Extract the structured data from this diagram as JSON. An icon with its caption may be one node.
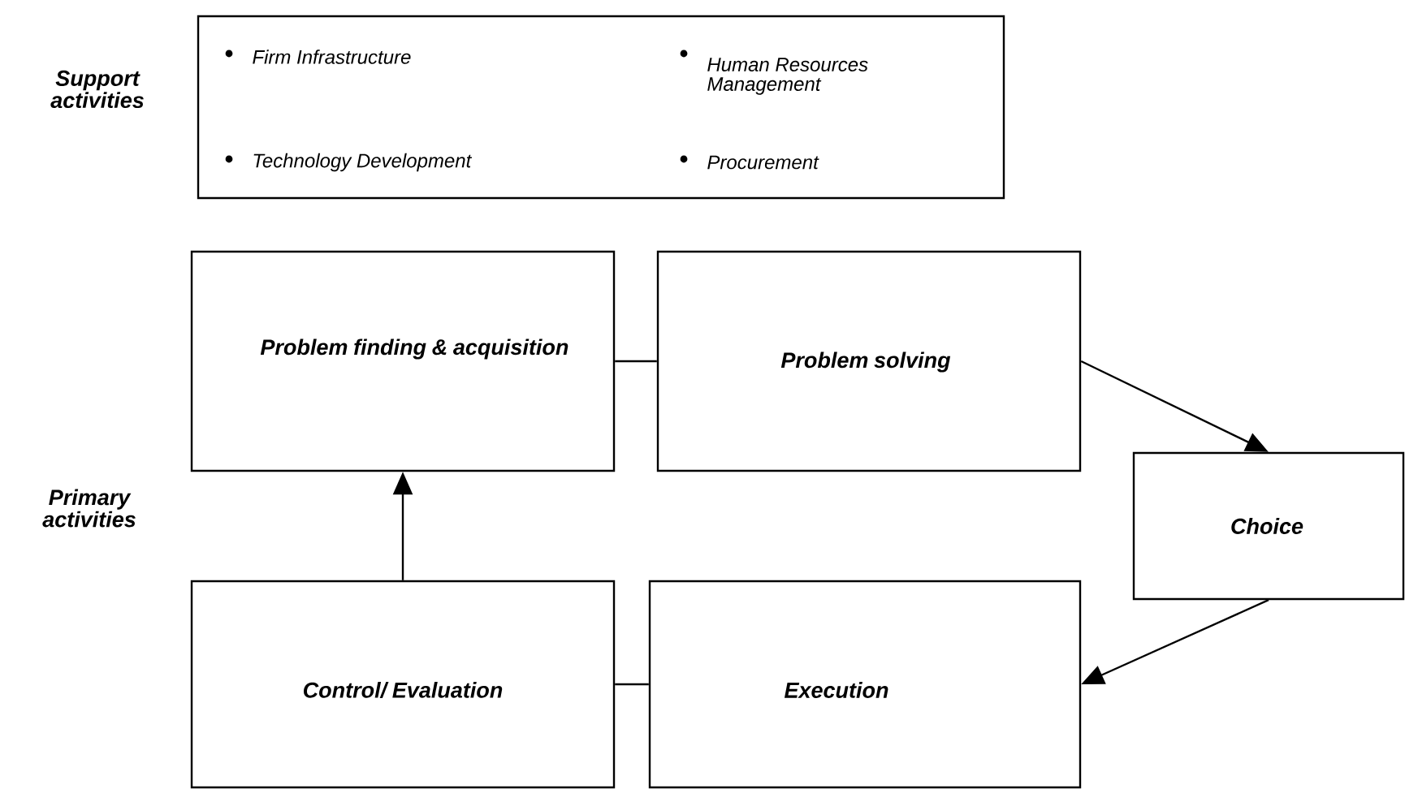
{
  "diagram": {
    "nodes": [
      {
        "text": [
          "Firm Infrastructure",
          "Human Resources Management",
          "Technology Development",
          "Procurement"
        ]
      },
      {
        "text": [
          "Problem finding & acquisition"
        ]
      },
      {
        "text": [
          "Problem solving"
        ]
      },
      {
        "text": [
          "Choice"
        ]
      },
      {
        "text": [
          "Control/ Evaluation"
        ]
      },
      {
        "text": [
          "Execution"
        ]
      }
    ],
    "edges": [
      {
        "from": 1,
        "to": 2,
        "arrow": "none"
      },
      {
        "from": 2,
        "to": 3,
        "arrow": "to"
      },
      {
        "from": 3,
        "to": 5,
        "arrow": "to"
      },
      {
        "from": 4,
        "to": 1,
        "arrow": "to"
      },
      {
        "from": 4,
        "to": 5,
        "arrow": "none"
      }
    ],
    "labels": [
      "Support activities",
      "Primary activities"
    ]
  }
}
